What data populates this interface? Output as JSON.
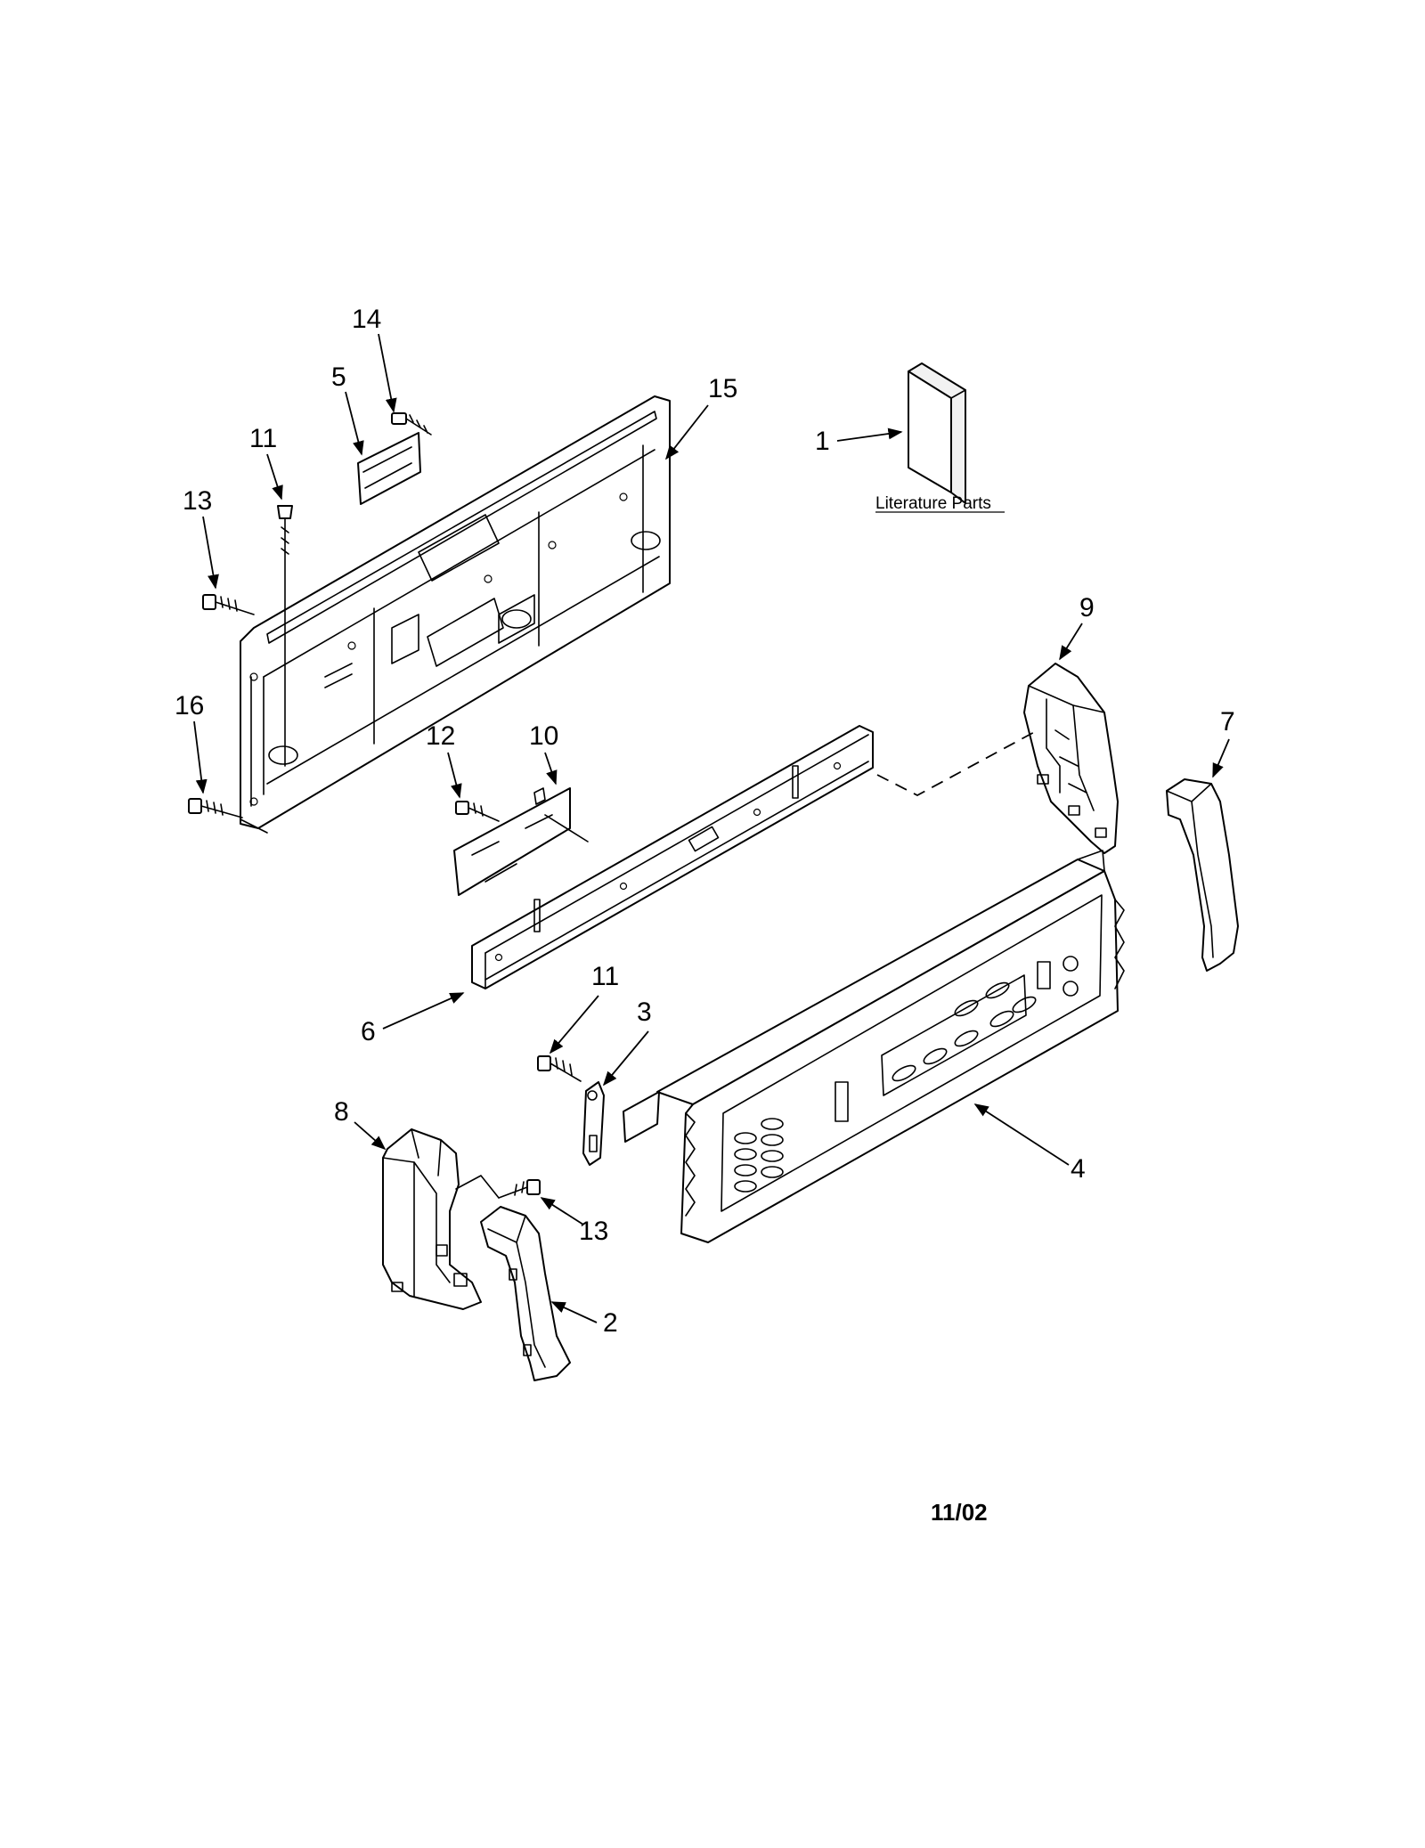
{
  "callouts": {
    "c14": "14",
    "c5": "5",
    "c15": "15",
    "c11_top": "11",
    "c13_top": "13",
    "c16": "16",
    "c1": "1",
    "c9": "9",
    "c7": "7",
    "c12": "12",
    "c10": "10",
    "c6": "6",
    "c11_mid": "11",
    "c3": "3",
    "c4": "4",
    "c8": "8",
    "c13_bottom": "13",
    "c2": "2"
  },
  "literature_label": "Literature Parts",
  "date_code": "11/02"
}
